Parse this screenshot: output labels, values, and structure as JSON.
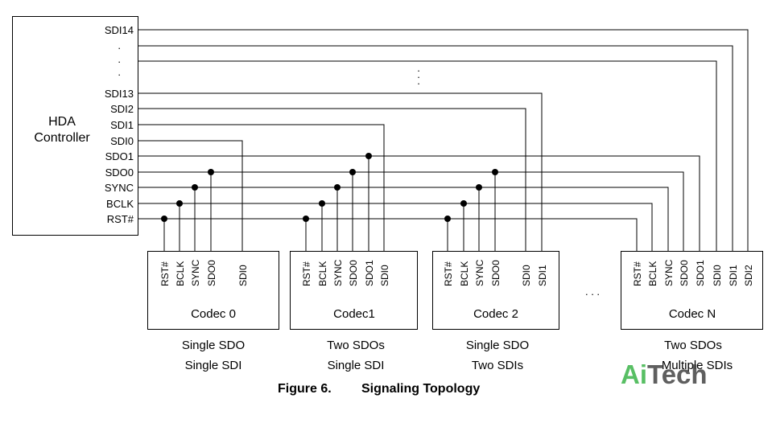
{
  "controller": {
    "line1": "HDA",
    "line2": "Controller"
  },
  "controller_pins": {
    "sdi14": "SDI14",
    "dot": ".",
    "sdi13": "SDI13",
    "sdi2": "SDI2",
    "sdi1": "SDI1",
    "sdi0": "SDI0",
    "sdo1": "SDO1",
    "sdo0": "SDO0",
    "sync": "SYNC",
    "bclk": "BCLK",
    "rst": "RST#"
  },
  "codecs": [
    {
      "title": "Codec 0",
      "pins": [
        "RST#",
        "BCLK",
        "SYNC",
        "SDO0",
        "SDI0"
      ],
      "caption1": "Single SDO",
      "caption2": "Single SDI"
    },
    {
      "title": "Codec1",
      "pins": [
        "RST#",
        "BCLK",
        "SYNC",
        "SDO0",
        "SDO1",
        "SDI0"
      ],
      "caption1": "Two SDOs",
      "caption2": "Single SDI"
    },
    {
      "title": "Codec 2",
      "pins": [
        "RST#",
        "BCLK",
        "SYNC",
        "SDO0",
        "SDI0",
        "SDI1"
      ],
      "caption1": "Single SDO",
      "caption2": "Two SDIs"
    },
    {
      "title": "Codec N",
      "pins": [
        "RST#",
        "BCLK",
        "SYNC",
        "SDO0",
        "SDO1",
        "SDI0",
        "SDI1",
        "SDI2"
      ],
      "caption1": "Two SDOs",
      "caption2": "Multiple SDIs"
    }
  ],
  "between_codecs_dots": ". . .",
  "figure": {
    "number": "Figure 6.",
    "title": "Signaling Topology"
  },
  "watermark": {
    "text": "AiTech",
    "color_ai": "#3cb54a",
    "color_tech": "#444444"
  }
}
